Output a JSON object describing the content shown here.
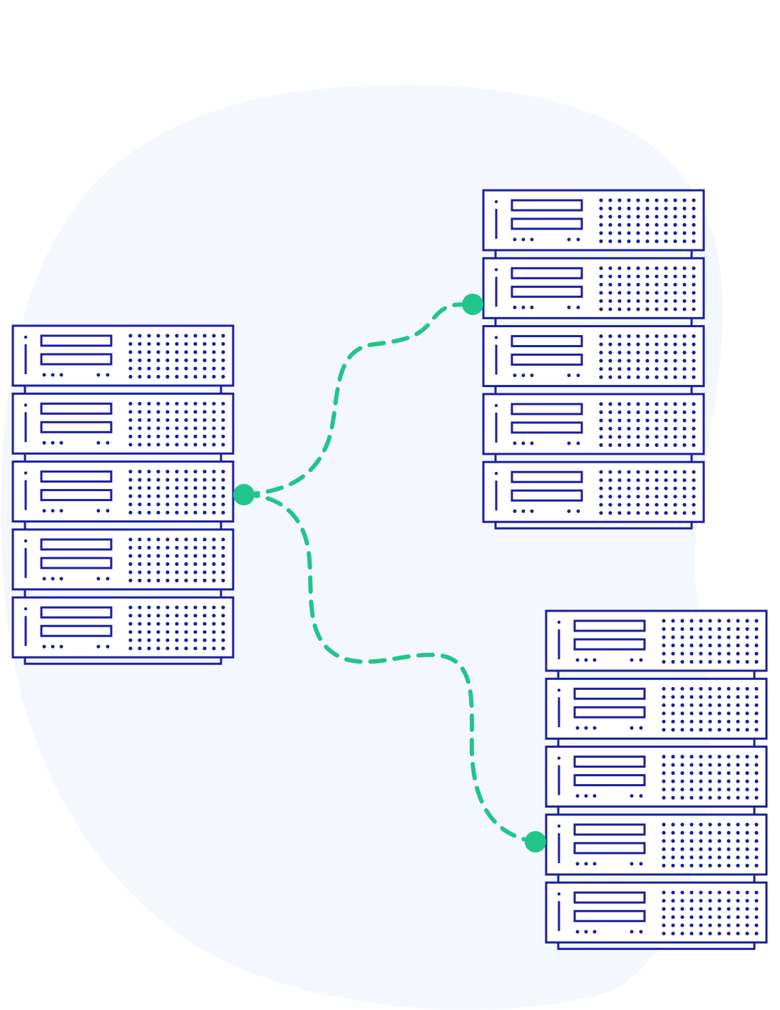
{
  "colors": {
    "background": "#ffffff",
    "blob": "#f4f8fe",
    "server_stroke": "#1b1f9e",
    "connector": "#22c58b"
  },
  "racks": [
    {
      "id": "rack-left",
      "units": 5
    },
    {
      "id": "rack-top-right",
      "units": 5
    },
    {
      "id": "rack-bottom-right",
      "units": 5
    }
  ],
  "connections": [
    {
      "from": "rack-left",
      "to": "rack-top-right",
      "style": "dashed"
    },
    {
      "from": "rack-left",
      "to": "rack-bottom-right",
      "style": "dashed"
    }
  ]
}
